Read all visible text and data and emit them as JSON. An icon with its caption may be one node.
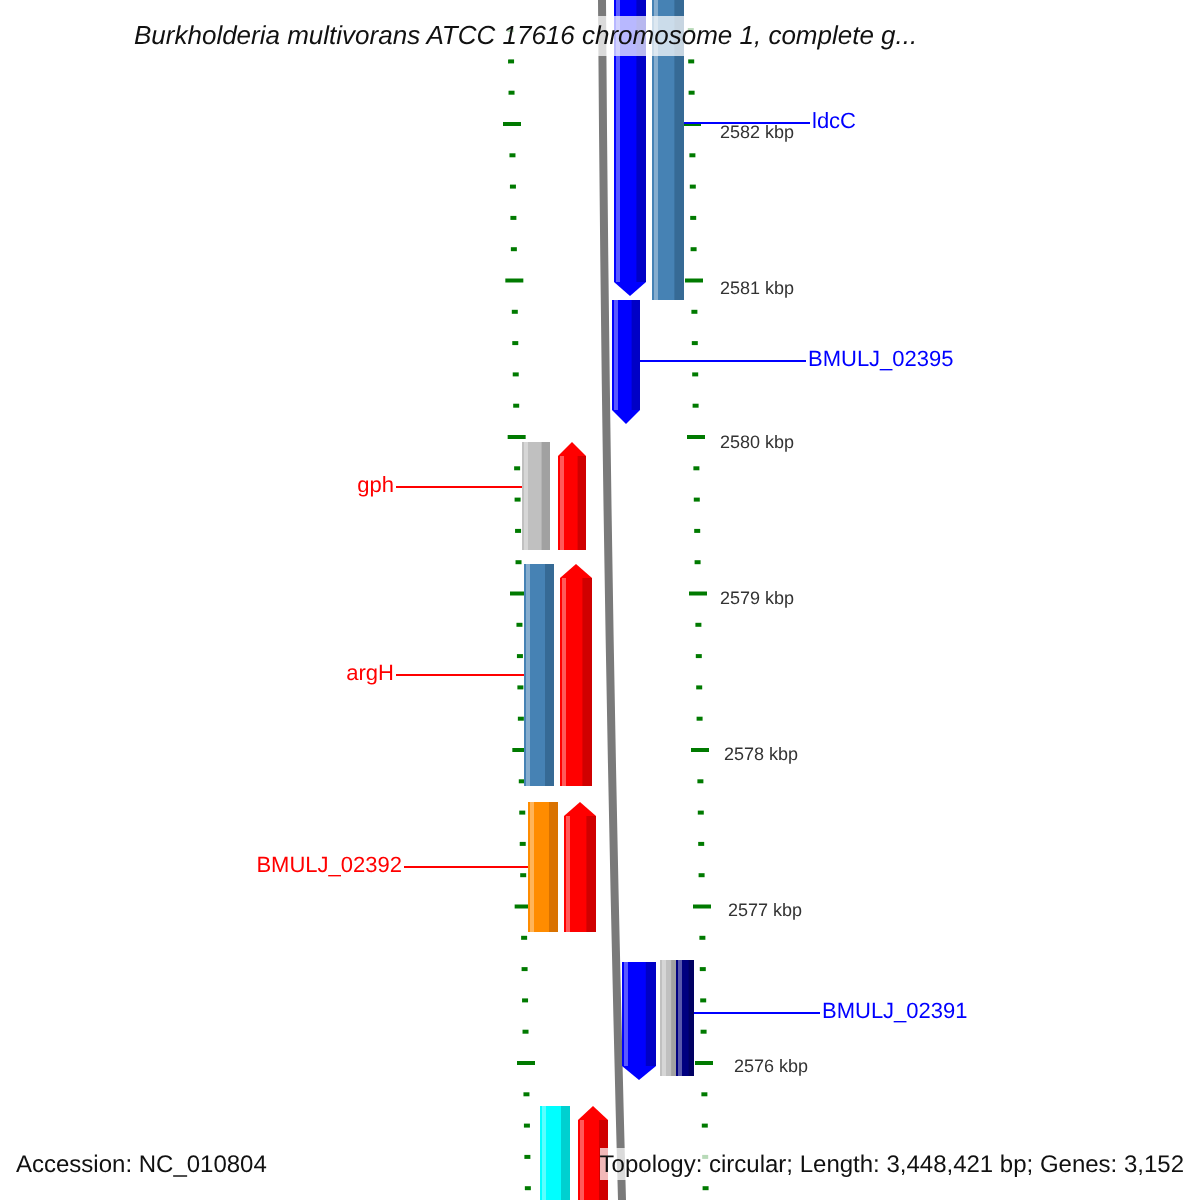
{
  "diagram": {
    "title": "Burkholderia multivorans ATCC 17616 chromosome 1, complete g...",
    "nodes": [
      {
        "text": [],
        "shape": "bar"
      },
      {
        "text": [
          "ldcC"
        ]
      },
      {
        "text": [],
        "shape": "bar"
      },
      {
        "text": [
          "BMULJ_02395"
        ]
      },
      {
        "text": [
          "gph"
        ]
      },
      {
        "text": [],
        "shape": "bar"
      },
      {
        "text": [
          "argH"
        ]
      },
      {
        "text": [],
        "shape": "bar"
      },
      {
        "text": [
          "BMULJ_02392"
        ]
      },
      {
        "text": [],
        "shape": "bar"
      },
      {
        "text": [],
        "shape": "bar"
      },
      {
        "text": [
          "BMULJ_02391"
        ]
      }
    ],
    "edges": [
      {
        "from": 1,
        "to": 0,
        "arrow": "none"
      },
      {
        "from": 3,
        "to": 2,
        "arrow": "none"
      },
      {
        "from": 4,
        "to": 5,
        "arrow": "none",
        "color": "#ff0000"
      },
      {
        "from": 6,
        "to": 7,
        "arrow": "none",
        "color": "#ff0000"
      },
      {
        "from": 8,
        "to": 9,
        "arrow": "none",
        "color": "#ff0000"
      },
      {
        "from": 11,
        "to": 10,
        "arrow": "none"
      }
    ],
    "labels": [
      "2582 kbp",
      "2581 kbp",
      "2580 kbp",
      "2579 kbp",
      "2578 kbp",
      "2577 kbp",
      "2576 kbp",
      "Accession: NC_010804",
      "Topology: circular; Length: 3,448,421 bp; Genes: 3,152"
    ]
  }
}
